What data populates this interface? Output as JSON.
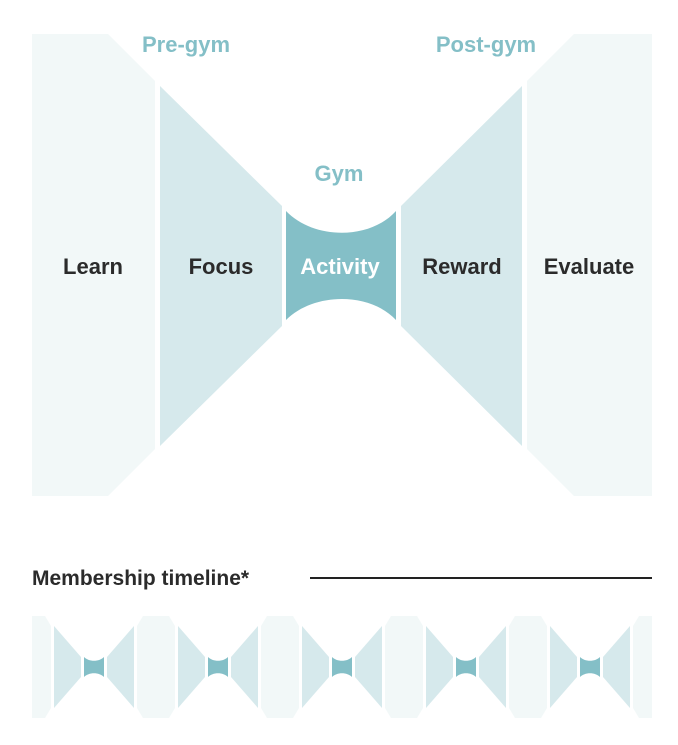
{
  "labels": {
    "pre_gym": "Pre-gym",
    "gym": "Gym",
    "post_gym": "Post-gym"
  },
  "stages": [
    {
      "name": "Learn"
    },
    {
      "name": "Focus"
    },
    {
      "name": "Activity"
    },
    {
      "name": "Reward"
    },
    {
      "name": "Evaluate"
    }
  ],
  "timeline": {
    "title": "Membership timeline*",
    "cycles": 5
  },
  "colors": {
    "outer": "#F2F8F8",
    "middle": "#D6E9EC",
    "core": "#84BFC7",
    "accent_text": "#84BFC7",
    "dark_text": "#2B2B2B",
    "core_text": "#FFFFFF",
    "line": "#222222"
  }
}
